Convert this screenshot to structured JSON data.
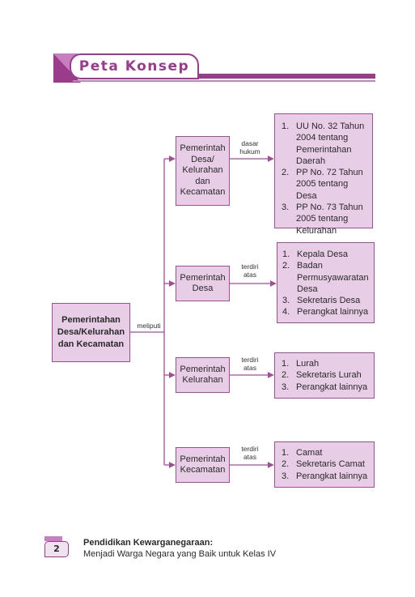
{
  "header": {
    "title": "Peta Konsep"
  },
  "diagram": {
    "root": "Pemerintahan Desa/Kelurahan dan Kecamatan",
    "root_edge_label": "meliputi",
    "branches": [
      {
        "label": "Pemerintah Desa/ Kelurahan dan Kecamatan",
        "edge_label": "dasar hukum",
        "items": [
          "UU No. 32 Tahun 2004 tentang Pemerintahan Daerah",
          "PP No. 72 Tahun 2005 tentang Desa",
          "PP No. 73 Tahun 2005 tentang Kelurahan"
        ]
      },
      {
        "label": "Pemerintah Desa",
        "edge_label": "terdiri atas",
        "items": [
          "Kepala Desa",
          "Badan Permusyawaratan Desa",
          "Sekretaris Desa",
          "Perangkat lainnya"
        ]
      },
      {
        "label": "Pemerintah Kelurahan",
        "edge_label": "terdiri atas",
        "items": [
          "Lurah",
          "Sekretaris Lurah",
          "Perangkat lainnya"
        ]
      },
      {
        "label": "Pemerintah Kecamatan",
        "edge_label": "terdiri atas",
        "items": [
          "Camat",
          "Sekretaris Camat",
          "Perangkat lainnya"
        ]
      }
    ]
  },
  "footer": {
    "page_number": "2",
    "book_title": "Pendidikan Kewarganegaraan:",
    "book_subtitle": "Menjadi Warga Negara yang Baik untuk Kelas IV"
  },
  "colors": {
    "accent": "#9b3b8c",
    "box_fill": "#e8cde6",
    "box_border": "#a34d96"
  }
}
